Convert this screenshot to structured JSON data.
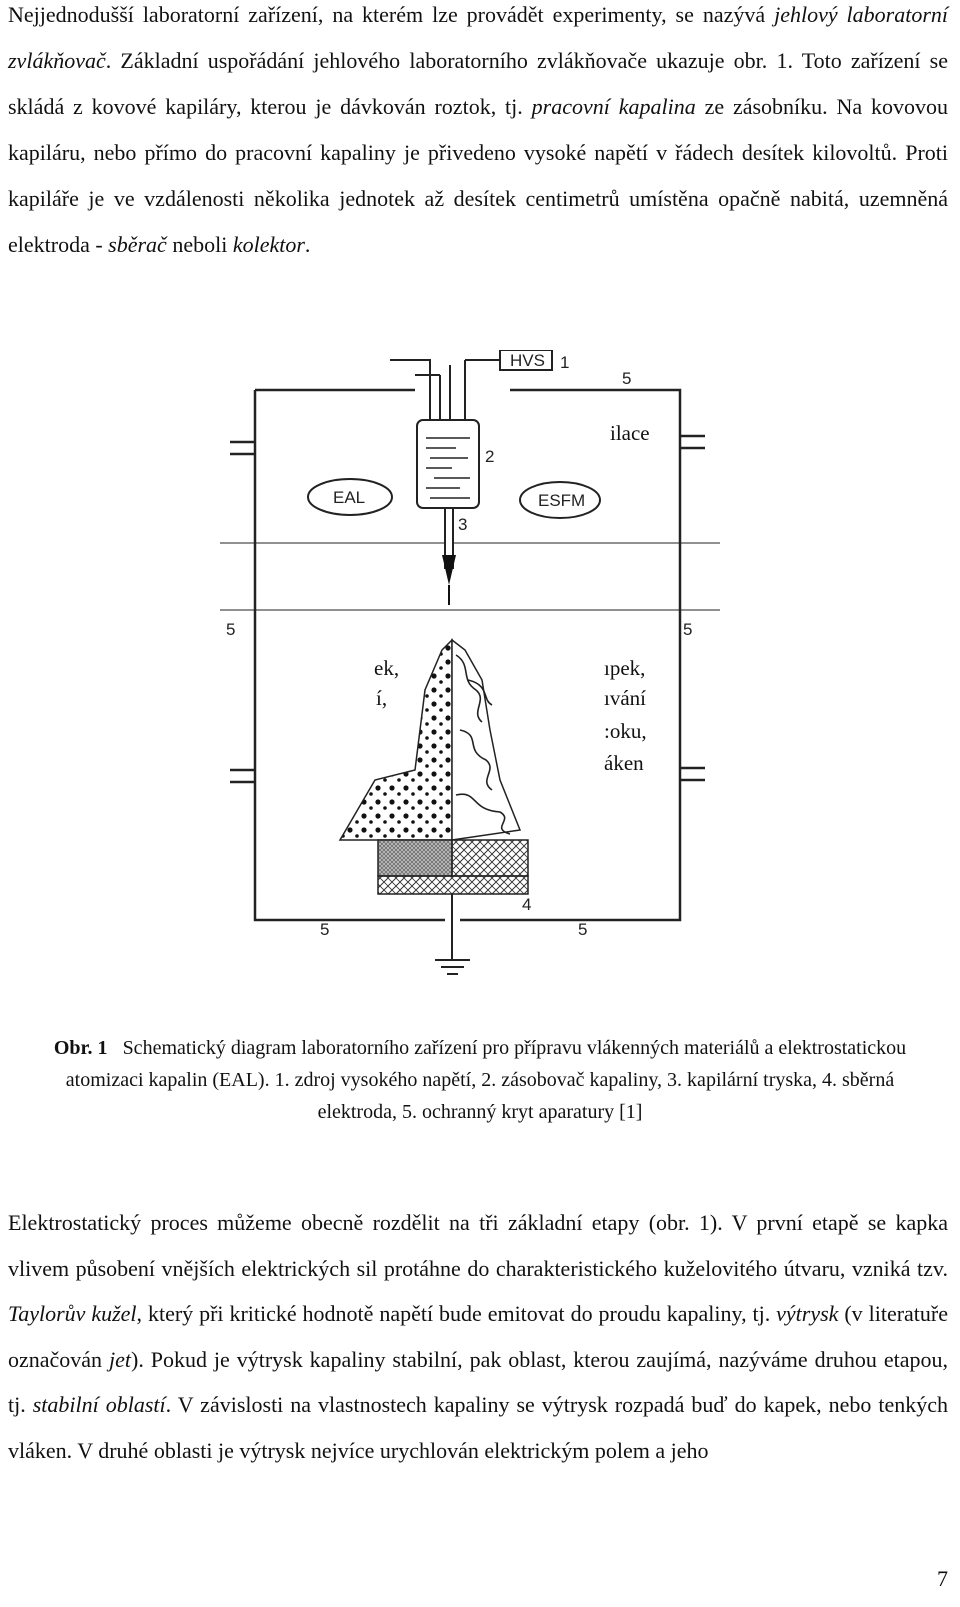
{
  "paragraph1": {
    "s1": "Nejjednodušší laboratorní zařízení, na kterém lze provádět experimenty, se nazývá",
    "t1": "jehlový laboratorní zvlákňovač",
    "s2": ". Základní uspořádání jehlového laboratorního zvlákňovače ukazuje obr. 1. Toto zařízení se skládá z kovové kapiláry, kterou je dávkován roztok, tj.",
    "t2": "pracovní kapalina",
    "s3": "ze zásobníku. Na kovovou kapiláru, nebo přímo do pracovní kapaliny je přivedeno vysoké napětí v řádech desítek kilovoltů. Proti kapiláře je ve vzdálenosti několika jednotek až desítek centimetrů umístěna opačně nabitá, uzemněná elektroda -",
    "t3": "sběrač",
    "s4": "neboli",
    "t4": "kolektor",
    "s5": "."
  },
  "figure": {
    "labels": {
      "hvs": "HVS",
      "eal": "EAL",
      "esfm": "ESFM",
      "n1": "1",
      "n2": "2",
      "n3": "3",
      "n4": "4",
      "n5_top": "5",
      "n5_left": "5",
      "n5_right": "5",
      "n5_bottom_left": "5",
      "n5_bottom_right": "5"
    },
    "fragments": {
      "top_right": "ilace",
      "left_1": "ek,",
      "left_2": "í,",
      "right_1": "ıpek,",
      "right_2": "ıvání",
      "right_3": ":oku,",
      "right_4": "áken"
    }
  },
  "caption": {
    "label": "Obr. 1",
    "text": "Schematický diagram laboratorního zařízení pro přípravu vlákenných materiálů a elektrostatickou atomizaci kapalin (EAL). 1. zdroj vysokého napětí, 2. zásobovač kapaliny, 3. kapilární tryska, 4. sběrná elektroda, 5. ochranný kryt aparatury [1]"
  },
  "paragraph2": {
    "s1": "Elektrostatický proces můžeme obecně rozdělit na tři základní etapy (obr. 1). V první etapě se kapka vlivem působení vnějších elektrických sil protáhne do charakteristického kuželovitého útvaru, vzniká tzv.",
    "t1": "Taylorův kužel",
    "s2": ", který při kritické hodnotě napětí bude emitovat do proudu kapaliny, tj.",
    "t2": "výtrysk",
    "s3": "(v literatuře označován",
    "t3": "jet",
    "s4": "). Pokud je výtrysk kapaliny stabilní, pak oblast, kterou zaujímá, nazýváme druhou etapou, tj.",
    "t4": "stabilní oblastí",
    "s5": ". V závislosti na vlastnostech kapaliny se výtrysk rozpadá buď do kapek, nebo tenkých vláken. V druhé oblasti je výtrysk nejvíce urychlován elektrickým polem a jeho"
  },
  "page_number": "7"
}
